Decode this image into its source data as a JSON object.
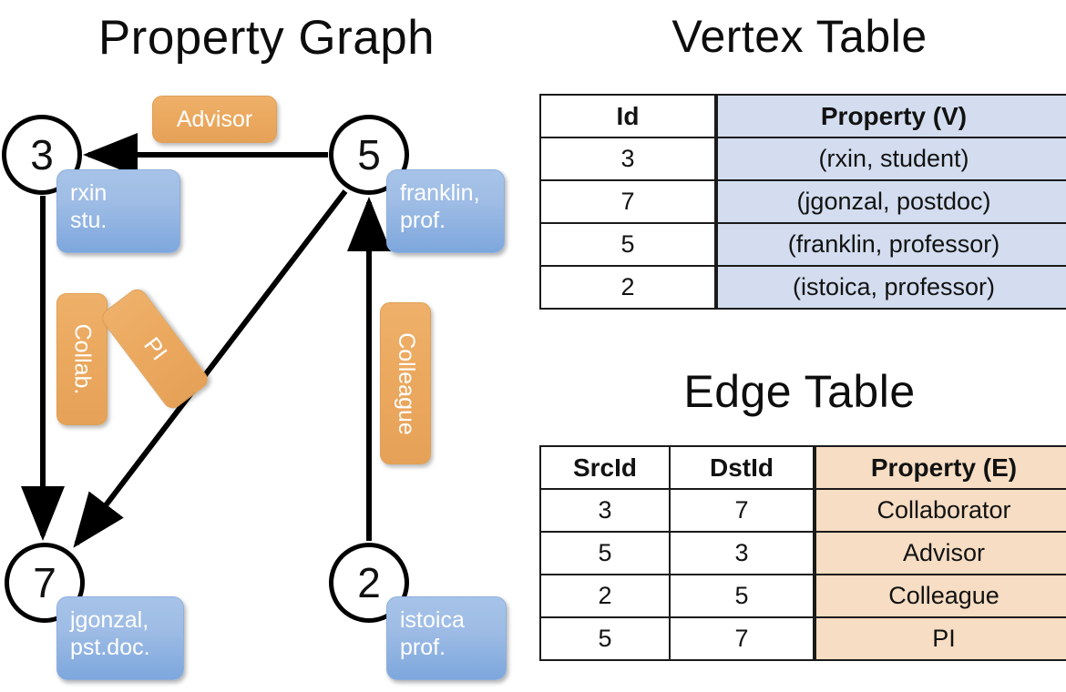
{
  "titles": {
    "property_graph": "Property Graph",
    "vertex_table": "Vertex Table",
    "edge_table": "Edge Table"
  },
  "graph": {
    "nodes": [
      {
        "id": "3",
        "name": "node-3",
        "property_line1": "rxin",
        "property_line2": "stu."
      },
      {
        "id": "5",
        "name": "node-5",
        "property_line1": "franklin,",
        "property_line2": "prof."
      },
      {
        "id": "7",
        "name": "node-7",
        "property_line1": "jgonzal,",
        "property_line2": "pst.doc."
      },
      {
        "id": "2",
        "name": "node-2",
        "property_line1": "istoica",
        "property_line2": "prof."
      }
    ],
    "edge_labels": {
      "advisor": "Advisor",
      "collab": "Collab.",
      "pi": "PI",
      "colleague": "Colleague"
    },
    "edges": [
      {
        "from": "3",
        "to": "7",
        "label": "Collab."
      },
      {
        "from": "5",
        "to": "3",
        "label": "Advisor"
      },
      {
        "from": "5",
        "to": "7",
        "label": "PI"
      },
      {
        "from": "2",
        "to": "5",
        "label": "Colleague"
      }
    ]
  },
  "vertex_table": {
    "headers": [
      "Id",
      "Property (V)"
    ],
    "rows": [
      {
        "id": "3",
        "property": "(rxin, student)"
      },
      {
        "id": "7",
        "property": "(jgonzal, postdoc)"
      },
      {
        "id": "5",
        "property": "(franklin, professor)"
      },
      {
        "id": "2",
        "property": "(istoica, professor)"
      }
    ]
  },
  "edge_table": {
    "headers": [
      "SrcId",
      "DstId",
      "Property (E)"
    ],
    "rows": [
      {
        "src": "3",
        "dst": "7",
        "property": "Collaborator"
      },
      {
        "src": "5",
        "dst": "3",
        "property": "Advisor"
      },
      {
        "src": "2",
        "dst": "5",
        "property": "Colleague"
      },
      {
        "src": "5",
        "dst": "7",
        "property": "PI"
      }
    ]
  },
  "colors": {
    "vertex_property_fill": "#d3ddef",
    "edge_property_fill": "#f6ddc3",
    "node_box_blue": "#7da7dd",
    "edge_label_orange": "#eba95f",
    "stroke": "#000000"
  }
}
